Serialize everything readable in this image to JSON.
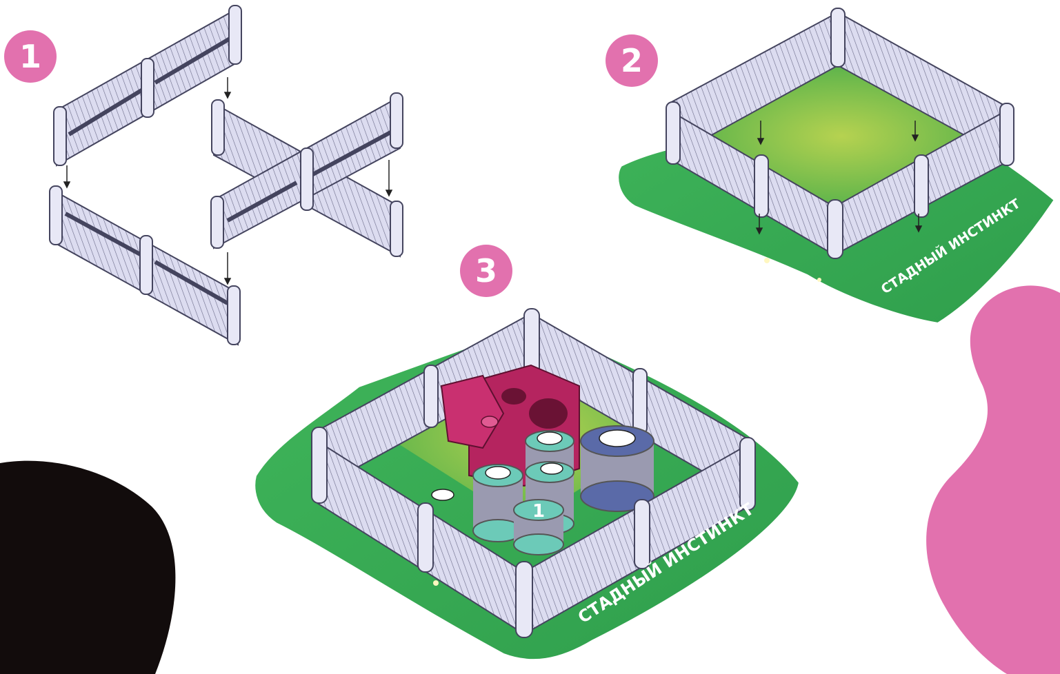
{
  "colors": {
    "pink": "#e271ae",
    "black": "#120c0c",
    "grass": "#3fb55a",
    "grass_dark": "#2e9a4a",
    "grass_light": "#9bd455",
    "fence": "#dcdcf0",
    "fence_shadow": "#a9a9c6",
    "fence_line": "#44445e",
    "cow_magenta": "#b5245f",
    "token_teal": "#6ccab8",
    "token_blue": "#5a6aa8"
  },
  "steps": [
    {
      "number": "1"
    },
    {
      "number": "2"
    },
    {
      "number": "3"
    }
  ],
  "board_label": "СТАДНЫЙ ИНСТИНКТ",
  "token_value": "1",
  "icons": [
    "arrow-down-icon",
    "cow-face-icon",
    "flower-icon"
  ]
}
